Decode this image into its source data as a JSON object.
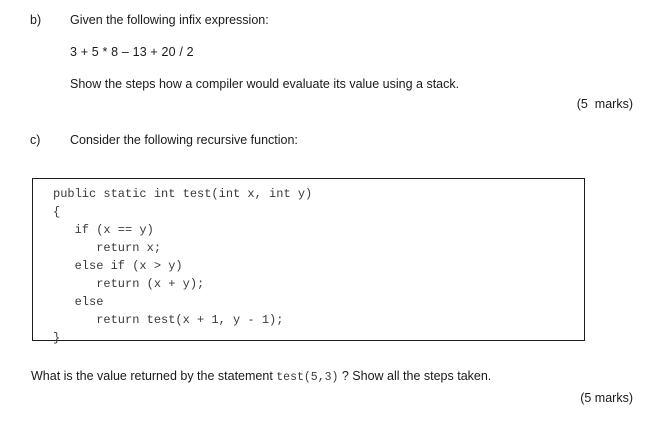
{
  "items": [
    {
      "label": "b)",
      "prompt": "Given the following infix expression:",
      "expression": "3 + 5 * 8 – 13 + 20 / 2",
      "instruction": "Show the steps how a compiler would evaluate its value using a stack.",
      "marks": "(5  marks)"
    },
    {
      "label": "c)",
      "prompt": "Consider the following recursive function:",
      "marks": "(5 marks)"
    }
  ],
  "code": {
    "language": "java",
    "listing": "public static int test(int x, int y)\n{\n   if (x == y)\n      return x;\n   else if (x > y)\n      return (x + y);\n   else\n      return test(x + 1, y - 1);\n}"
  },
  "final_question": {
    "before": "What is the value returned by the statement ",
    "call": "test(5,3)",
    "after": " ? Show all the steps taken."
  },
  "colors": {
    "page_background": "#ffffff",
    "body_text": "#1a1a1a",
    "code_text": "#3a3a3a",
    "code_border": "#1c1c1c"
  }
}
